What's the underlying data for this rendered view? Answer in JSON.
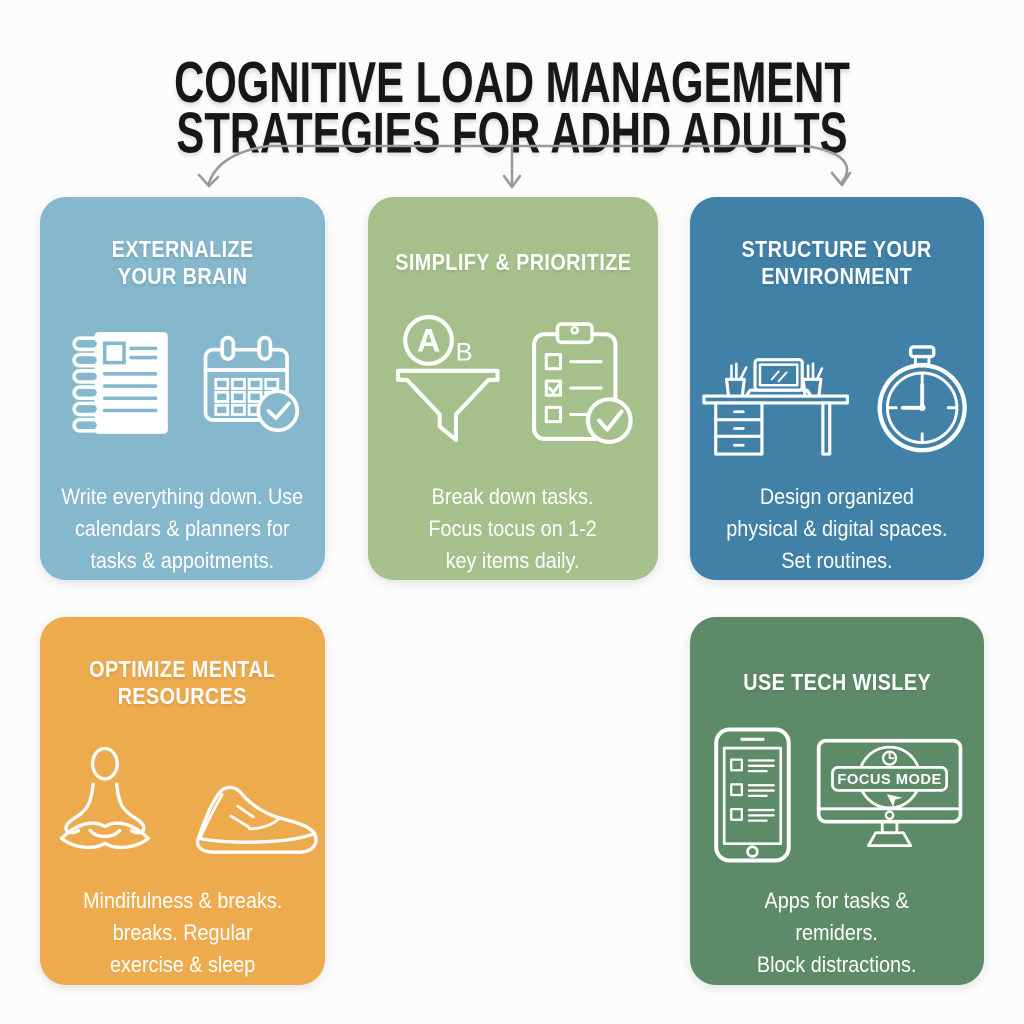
{
  "title": {
    "text": "COGNITIVE LOAD MANAGEMENT\nSTRATEGIES FOR ADHD ADULTS"
  },
  "connector": {
    "color": "#9a9a9a"
  },
  "cards": [
    {
      "id": "externalize-your-brain",
      "color": "#85b7cd",
      "title": "EXTERNALIZE\nYOUR BRAIN",
      "body": "Write everything down. Use\ncalendars & planners for\ntasks & appoitments.",
      "icons": [
        "spiral-notebook-icon",
        "calendar-check-icon"
      ]
    },
    {
      "id": "simplify-prioritize",
      "color": "#a6c08c",
      "title": "SIMPLIFY & PRIORITIZE",
      "body": "Break down tasks.\nFocus tocus on 1-2\nkey items daily.",
      "icons": [
        "priority-funnel-icon",
        "checklist-clipboard-icon"
      ],
      "funnel_label_a": "A",
      "funnel_label_b": "B"
    },
    {
      "id": "structure-your-environment",
      "color": "#4181a8",
      "title": "STRUCTURE YOUR\nENVIRONMENT",
      "body": "Design organized\nphysical & digital spaces.\nSet routines.",
      "icons": [
        "organized-desk-icon",
        "clock-icon"
      ]
    },
    {
      "id": "optimize-mental-resources",
      "color": "#eeab4e",
      "title": "OPTIMIZE MENTAL\nRESOURCES",
      "body": "Mindifulness & breaks.\nbreaks. Regular\nexercise & sleep",
      "icons": [
        "meditation-icon",
        "running-shoe-icon"
      ]
    },
    {
      "id": "use-tech-wisely",
      "color": "#5d8b68",
      "title": "USE TECH WISLEY",
      "body": "Apps for tasks &\nremiders.\nBlock distractions.",
      "icons": [
        "smartphone-checklist-icon",
        "focus-mode-monitor-icon"
      ],
      "monitor_label": "FOCUS MODE"
    }
  ]
}
